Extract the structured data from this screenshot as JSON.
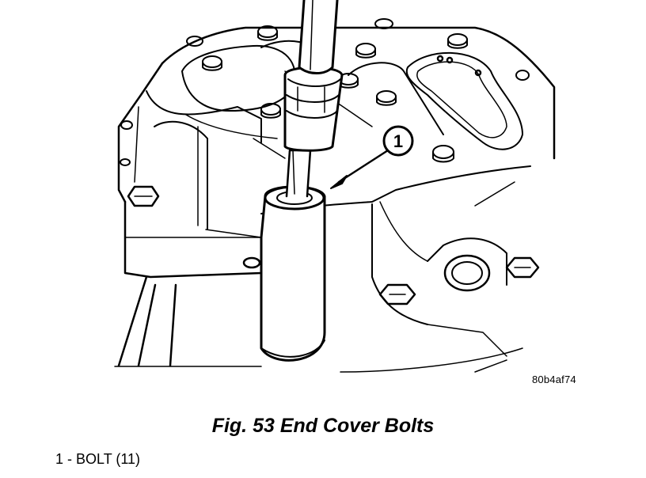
{
  "figure": {
    "callout_number": "1",
    "reference_code": "80b4af74"
  },
  "caption": {
    "text": "Fig. 53 End Cover Bolts"
  },
  "legend": {
    "items": [
      {
        "text": "1 - BOLT (11)"
      }
    ]
  },
  "icons": [
    "bolt-drawing",
    "socket-wrench-drawing"
  ]
}
